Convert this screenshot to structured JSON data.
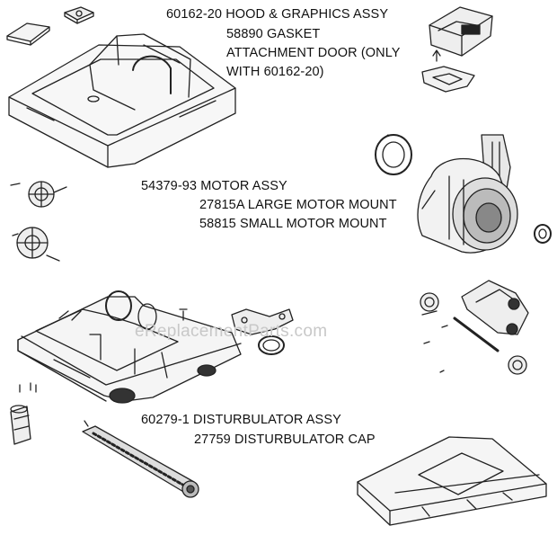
{
  "labels": {
    "hood": "60162-20 HOOD & GRAPHICS ASSY",
    "gasket": "58890 GASKET",
    "attachment_door_1": "ATTACHMENT DOOR (ONLY",
    "attachment_door_2": "WITH 60162-20)",
    "motor": "54379-93 MOTOR ASSY",
    "large_mount": "27815A LARGE MOTOR MOUNT",
    "small_mount": "58815 SMALL MOTOR MOUNT",
    "disturbulator": "60279-1 DISTURBULATOR ASSY",
    "disturbulator_cap": "27759 DISTURBULATOR CAP"
  },
  "watermark": "eReplacementParts.com"
}
